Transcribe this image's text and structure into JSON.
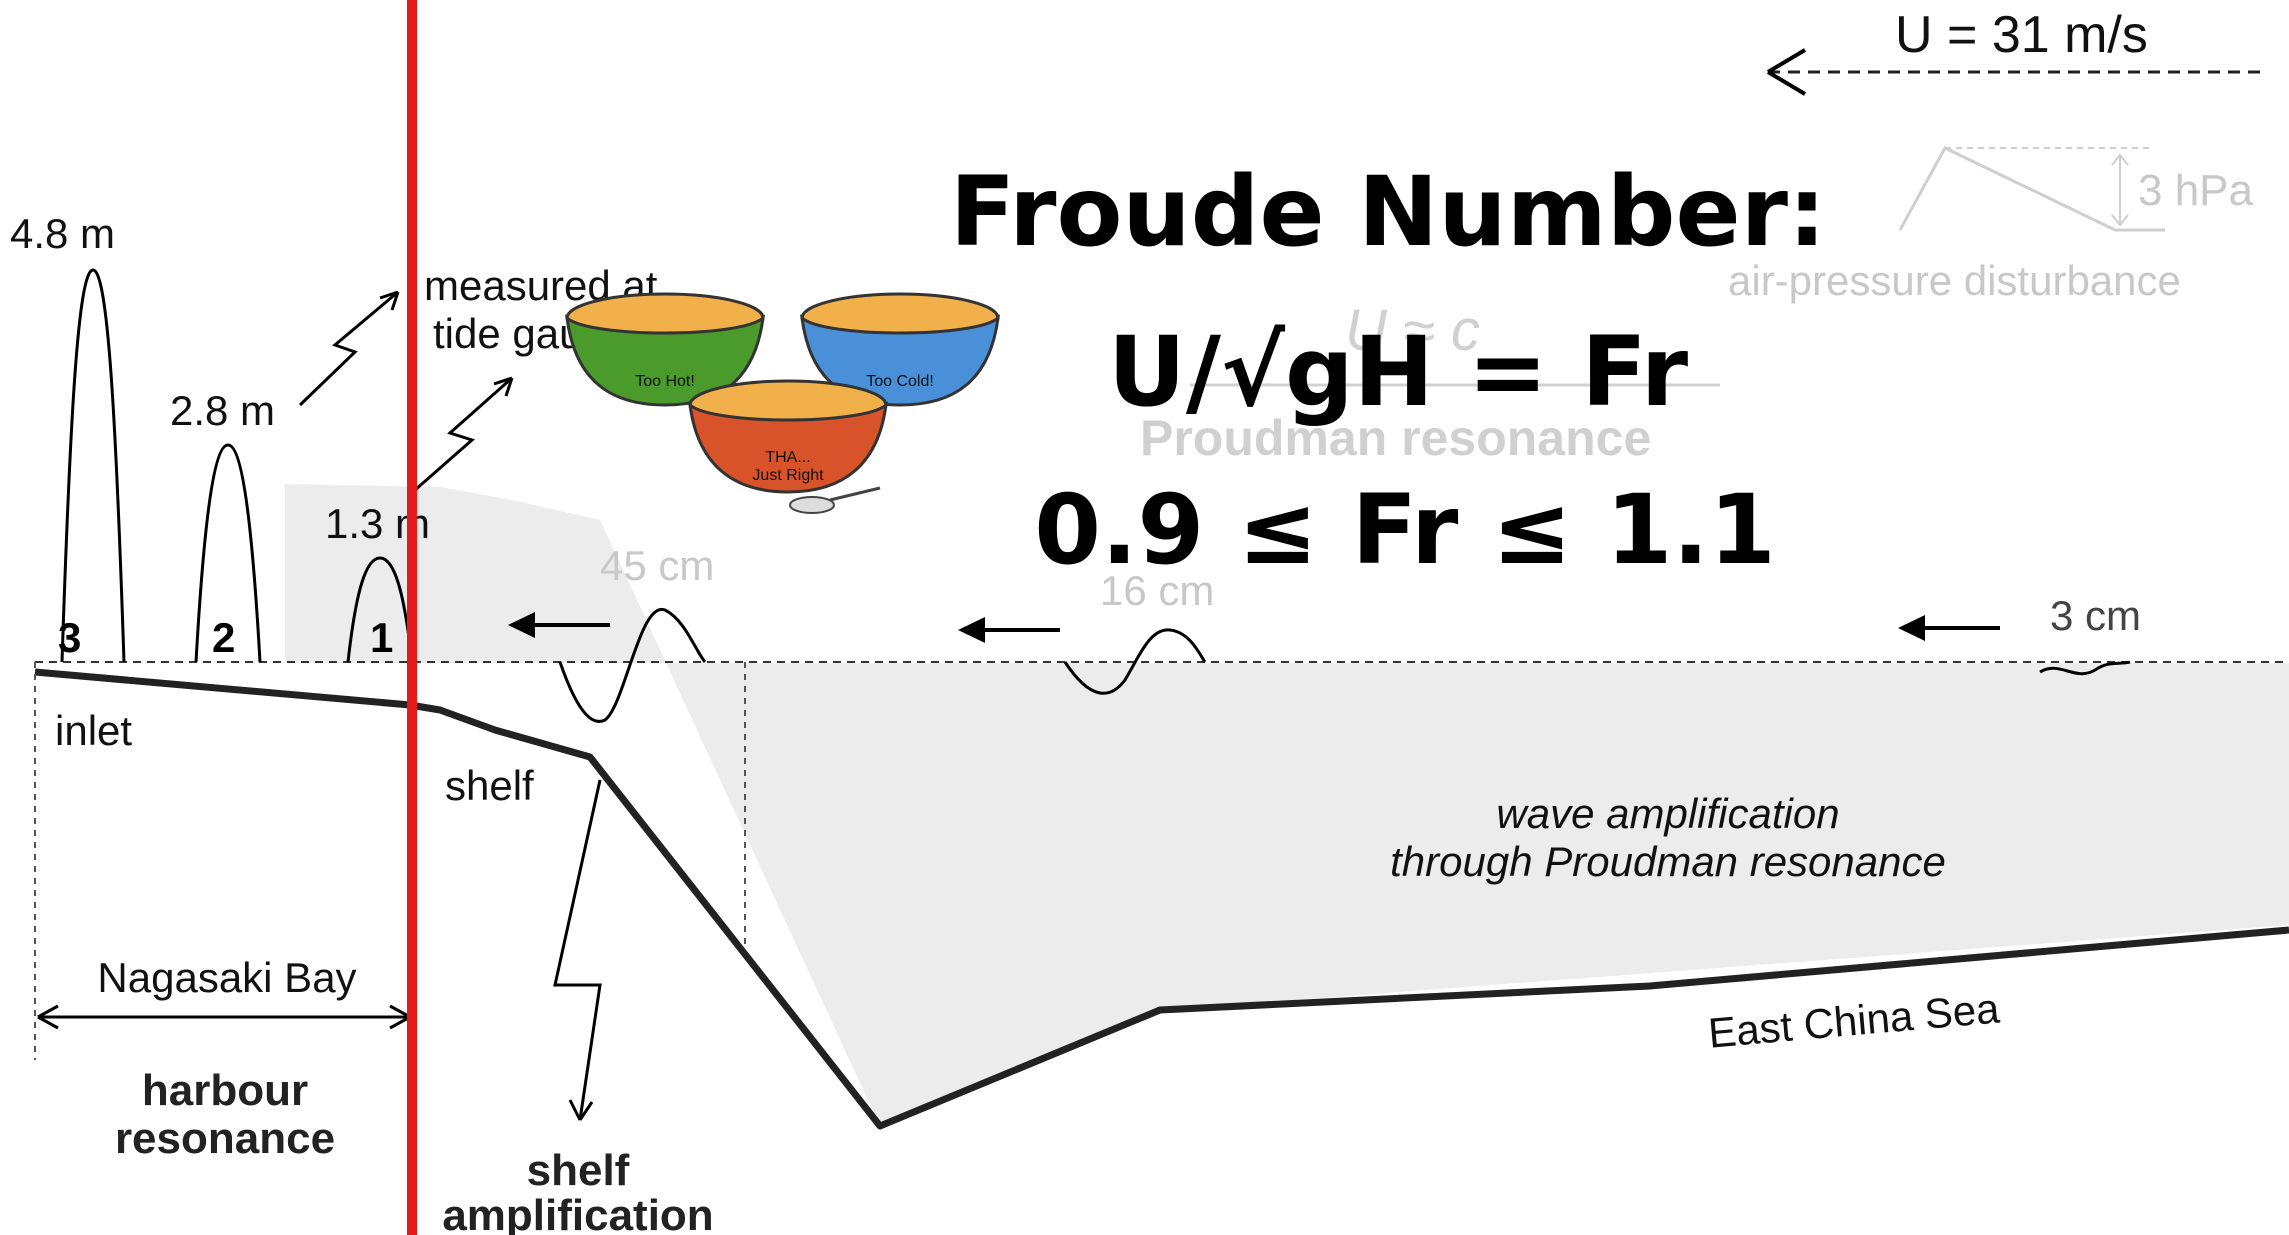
{
  "top": {
    "speed_label": "U = 31 m/s",
    "pressure_label": "3 hPa",
    "pressure_caption": "air-pressure disturbance",
    "resonance_condition": "U ≈ c",
    "resonance_caption": "Proudman resonance"
  },
  "heights": {
    "peak3": "4.8 m",
    "peak2": "2.8 m",
    "peak1": "1.3 m",
    "n3": "3",
    "n2": "2",
    "n1": "1"
  },
  "notes": {
    "measured_line1": "measured at",
    "measured_line2": "tide gauge"
  },
  "waves": {
    "w45": "45 cm",
    "w16": "16 cm",
    "w3": "3 cm"
  },
  "regions": {
    "inlet": "inlet",
    "shelf": "shelf",
    "bay": "Nagasaki Bay",
    "amp_line1": "wave amplification",
    "amp_line2": "through Proudman resonance",
    "sea": "East China Sea"
  },
  "bottom": {
    "harbour_line1": "harbour",
    "harbour_line2": "resonance",
    "shelf_line1": "shelf",
    "shelf_line2": "amplification"
  },
  "overlay": {
    "line1": "Froude Number:",
    "line2": "U/√gH = Fr",
    "line3": "0.9 ≤ Fr ≤ 1.1"
  },
  "bowls": {
    "hot": "Too Hot!",
    "cold": "Too Cold!",
    "right_line1": "THA...",
    "right_line2": "Just Right",
    "hot_color": "#4a9a2c",
    "cold_color": "#4a90d9",
    "right_color": "#d8532a",
    "porridge_color": "#f2b04a"
  },
  "colors": {
    "water_fill": "#ececec",
    "marker_line": "#e31b1b",
    "faded_text": "#c8c8c8"
  }
}
